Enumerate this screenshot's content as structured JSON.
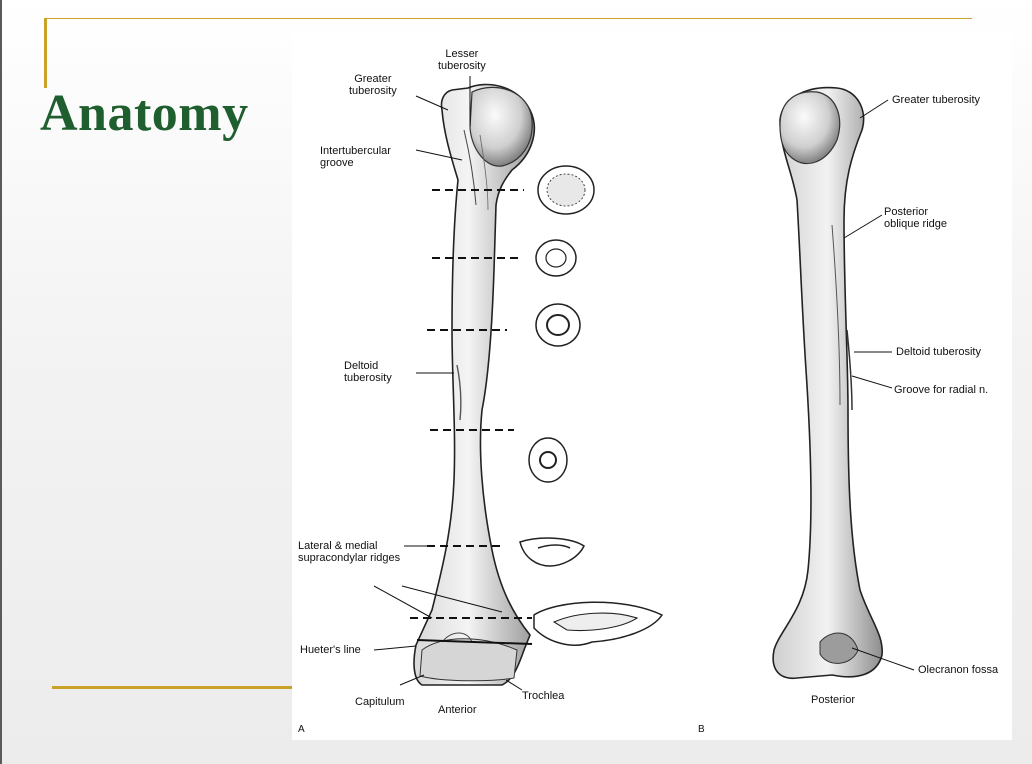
{
  "slide": {
    "title": "Anatomy"
  },
  "figure": {
    "panel_a": {
      "letter": "A",
      "view": "Anterior",
      "labels": {
        "lesser_tuberosity": "Lesser\ntuberosity",
        "greater_tuberosity": "Greater\ntuberosity",
        "intertubercular_groove": "Intertubercular\ngroove",
        "deltoid_tuberosity": "Deltoid\ntuberosity",
        "supracondylar_ridges": "Lateral & medial\nsupracondylar ridges",
        "hueters_line": "Hueter's line",
        "capitulum": "Capitulum",
        "trochlea": "Trochlea"
      }
    },
    "panel_b": {
      "letter": "B",
      "view": "Posterior",
      "labels": {
        "greater_tuberosity": "Greater tuberosity",
        "posterior_oblique_ridge": "Posterior\noblique ridge",
        "deltoid_tuberosity": "Deltoid tuberosity",
        "groove_radial_nerve": "Groove for radial n.",
        "olecranon_fossa": "Olecranon fossa"
      }
    }
  }
}
